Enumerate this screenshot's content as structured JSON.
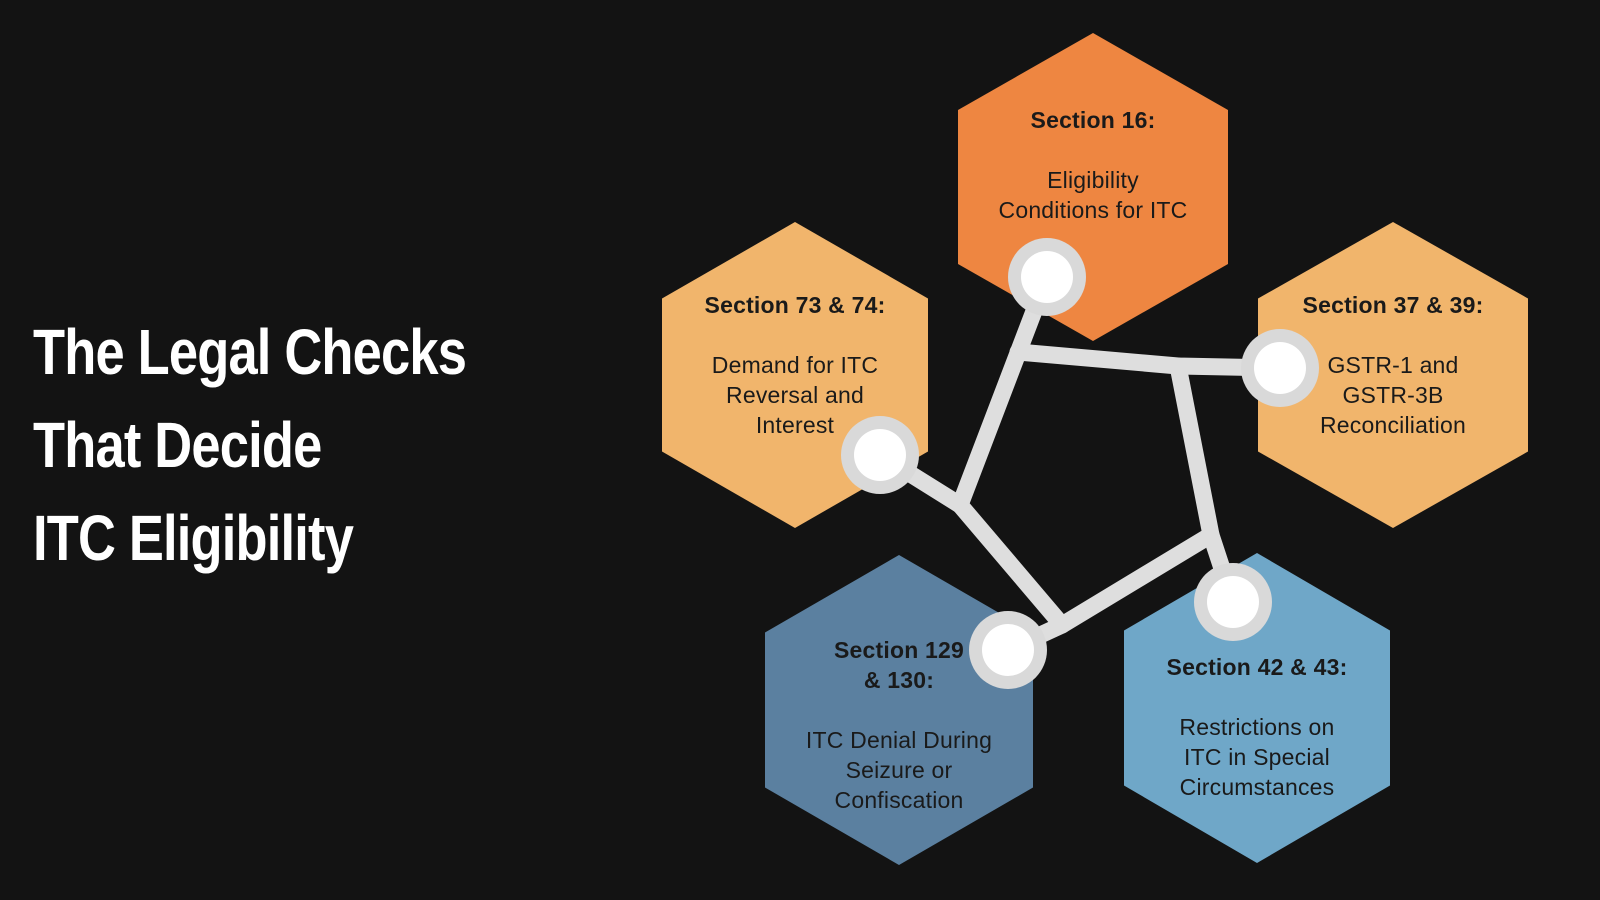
{
  "background_color": "#131313",
  "title": {
    "lines": [
      "The Legal Checks",
      "That Decide",
      "ITC Eligibility"
    ],
    "color": "#FFFFFF"
  },
  "hex_text_color": "#1A1A1A",
  "hexagons": [
    {
      "name": "section-16",
      "heading": "Section 16:",
      "body": "Eligibility\nConditions for ITC",
      "fill": "#EE8641"
    },
    {
      "name": "section-73-74",
      "heading": "Section 73 & 74:",
      "body": "Demand for ITC\nReversal and\nInterest",
      "fill": "#F1B56C"
    },
    {
      "name": "section-37-39",
      "heading": "Section 37 & 39:",
      "body": "GSTR-1 and\nGSTR-3B\nReconciliation",
      "fill": "#F1B56C"
    },
    {
      "name": "section-129-130",
      "heading": "Section 129\n& 130:",
      "body": "ITC Denial During\nSeizure or\nConfiscation",
      "fill": "#5B80A0"
    },
    {
      "name": "section-42-43",
      "heading": "Section 42 & 43:",
      "body": "Restrictions on\nITC in Special\nCircumstances",
      "fill": "#6FA7C8"
    }
  ],
  "connector": {
    "line_color": "#DEDEDE",
    "ring_color": "#D9D9D9",
    "dot_color": "#FFFFFF"
  }
}
